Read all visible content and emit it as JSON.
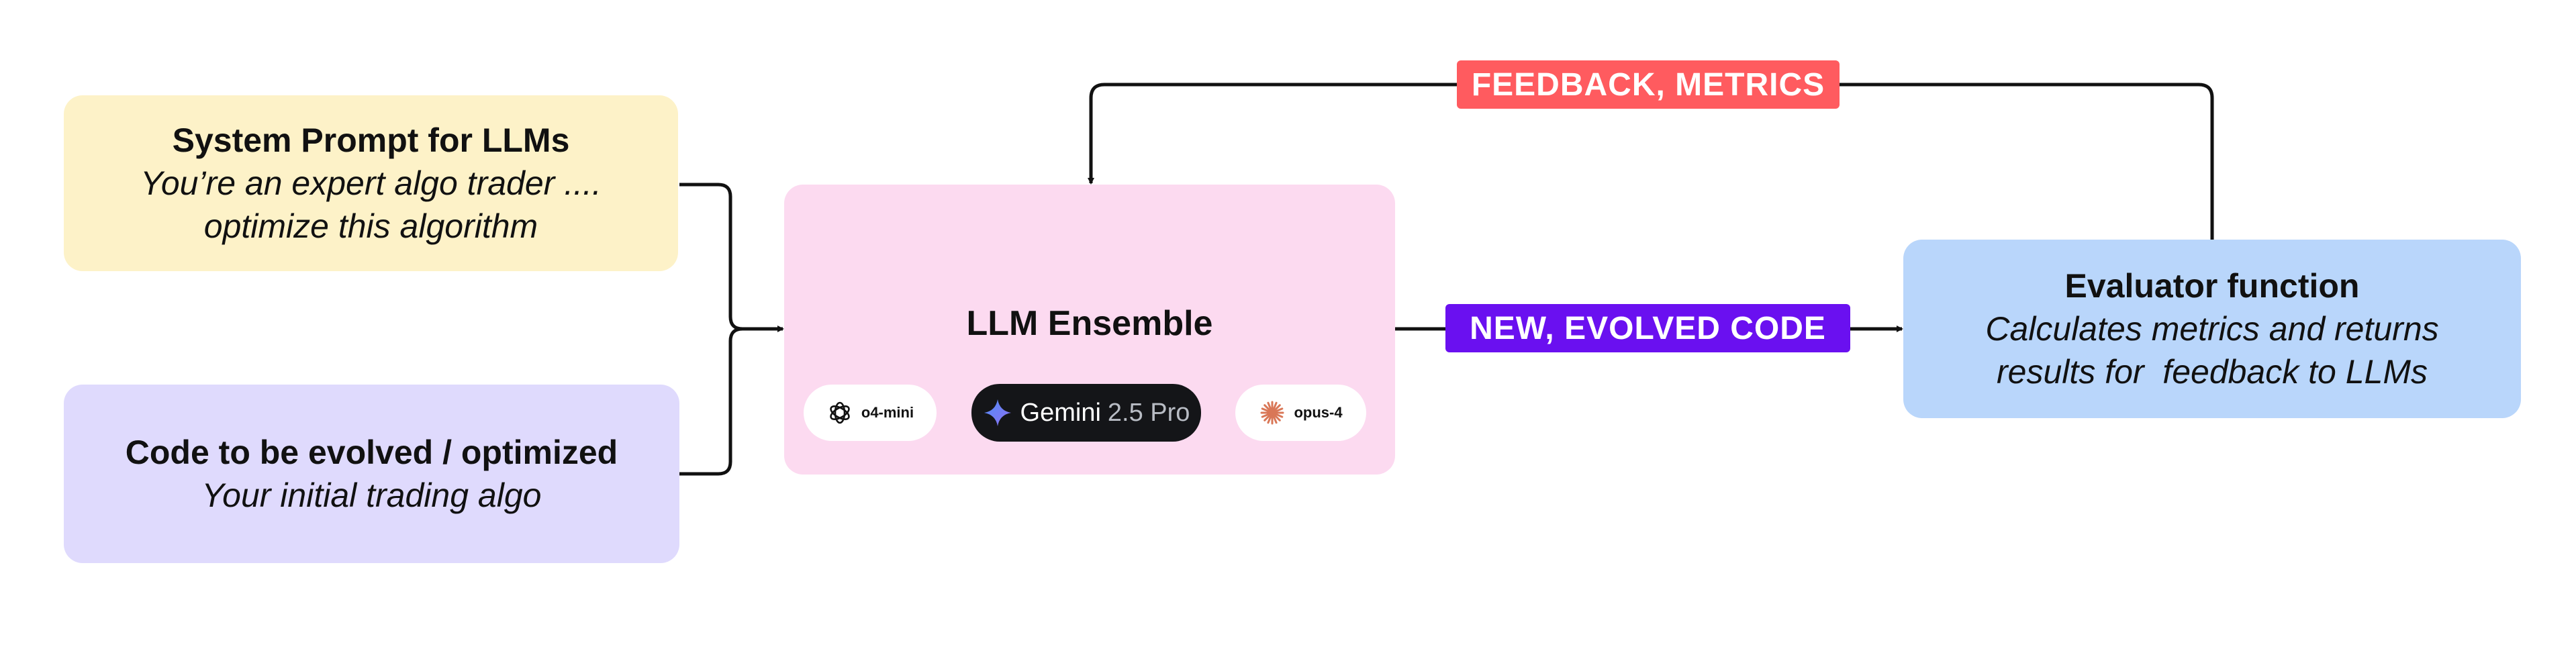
{
  "system_prompt_box": {
    "title": "System Prompt for LLMs",
    "line1": "You’re an expert algo trader ....",
    "line2": "optimize this algorithm"
  },
  "code_box": {
    "title": "Code to be evolved / optimized",
    "line1": "Your initial trading algo"
  },
  "ensemble_box": {
    "title": "LLM Ensemble",
    "models": {
      "o4": "o4-mini",
      "gemini_name": "Gemini",
      "gemini_version": "2.5 Pro",
      "opus": "opus-4"
    }
  },
  "evaluator_box": {
    "title": "Evaluator function",
    "line1": "Calculates metrics and returns",
    "line2": "results for  feedback to LLMs"
  },
  "edge_labels": {
    "feedback": "FEEDBACK, METRICS",
    "new_code": "NEW, EVOLVED CODE"
  },
  "colors": {
    "system_prompt_bg": "#fdf2c8",
    "code_bg": "#dfdafd",
    "ensemble_bg": "#fcdaf0",
    "evaluator_bg": "#b9d6fb",
    "feedback_label": "#ff5b5f",
    "new_code_label": "#6a10f0",
    "gemini_chip": "#141518"
  }
}
